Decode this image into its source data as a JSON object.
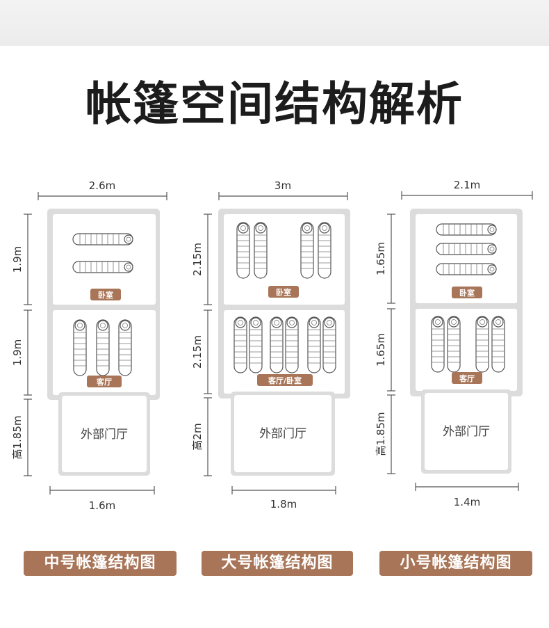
{
  "title": "帐篷空间结构解析",
  "tents": [
    {
      "width_label": "2.6m",
      "depth_labels": [
        "1.9m",
        "1.9m",
        "高1.85m"
      ],
      "room_labels": [
        "卧室",
        "客厅"
      ],
      "vestibule_label": "外部门厅",
      "vestibule_width_label": "1.6m",
      "caption": "中号帐篷结构图"
    },
    {
      "width_label": "3m",
      "depth_labels": [
        "2.15m",
        "2.15m",
        "高2m"
      ],
      "room_labels": [
        "卧室",
        "客厅/卧室"
      ],
      "vestibule_label": "外部门厅",
      "vestibule_width_label": "1.8m",
      "caption": "大号帐篷结构图"
    },
    {
      "width_label": "2.1m",
      "depth_labels": [
        "1.65m",
        "1.65m",
        "高1.85m"
      ],
      "room_labels": [
        "卧室",
        "客厅"
      ],
      "vestibule_label": "外部门厅",
      "vestibule_width_label": "1.4m",
      "caption": "小号帐篷结构图"
    }
  ],
  "colors": {
    "accent": "#a87558",
    "text": "#1c1c1c",
    "frame": "#dcdcdc"
  }
}
